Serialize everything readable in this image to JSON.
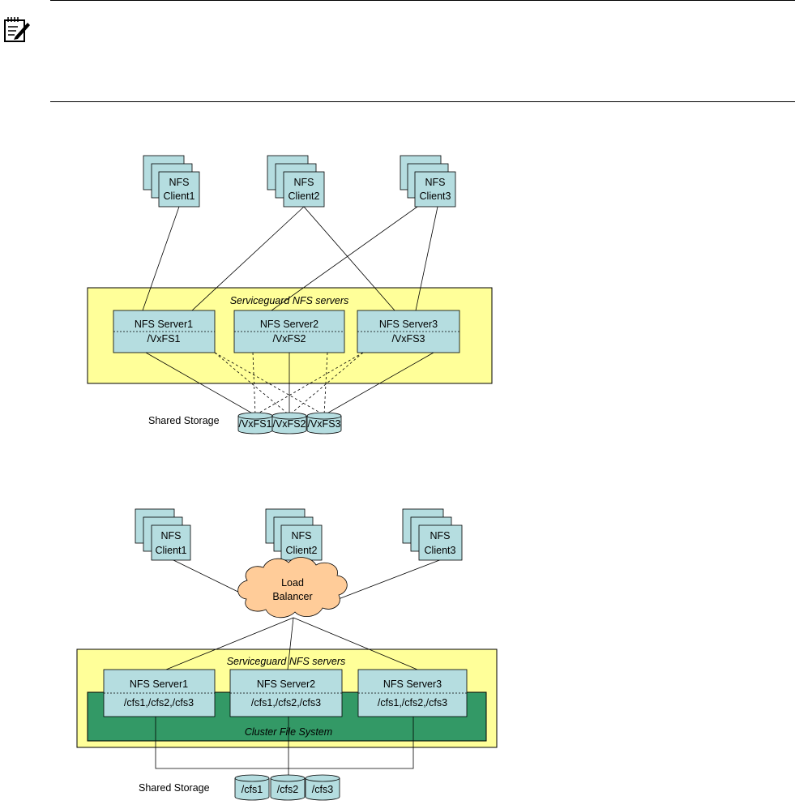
{
  "note": {
    "icon": "note-pencil-icon"
  },
  "diagram_active": {
    "cluster_title": "Serviceguard NFS servers",
    "clients": [
      {
        "line1": "NFS",
        "line2": "Client1"
      },
      {
        "line1": "NFS",
        "line2": "Client2"
      },
      {
        "line1": "NFS",
        "line2": "Client3"
      }
    ],
    "servers": [
      {
        "name": "NFS Server1",
        "fs": "/VxFS1"
      },
      {
        "name": "NFS Server2",
        "fs": "/VxFS2"
      },
      {
        "name": "NFS Server3",
        "fs": "/VxFS3"
      }
    ],
    "storage_label": "Shared Storage",
    "disks": [
      "/VxFS1",
      "/VxFS2",
      "/VxFS3"
    ]
  },
  "diagram_cfs": {
    "cluster_title": "Serviceguard NFS servers",
    "clients": [
      {
        "line1": "NFS",
        "line2": "Client1"
      },
      {
        "line1": "NFS",
        "line2": "Client2"
      },
      {
        "line1": "NFS",
        "line2": "Client3"
      }
    ],
    "load_balancer": {
      "line1": "Load",
      "line2": "Balancer"
    },
    "servers": [
      {
        "name": "NFS Server1",
        "fs": "/cfs1,/cfs2,/cfs3"
      },
      {
        "name": "NFS Server2",
        "fs": "/cfs1,/cfs2,/cfs3"
      },
      {
        "name": "NFS Server3",
        "fs": "/cfs1,/cfs2,/cfs3"
      }
    ],
    "cfs_label": "Cluster File System",
    "storage_label": "Shared Storage",
    "disks": [
      "/cfs1",
      "/cfs2",
      "/cfs3"
    ]
  },
  "colors": {
    "node_fill": "#b5dde0",
    "cluster_fill": "#ffff99",
    "cfs_fill": "#339966",
    "cloud_fill": "#ffcc99"
  }
}
